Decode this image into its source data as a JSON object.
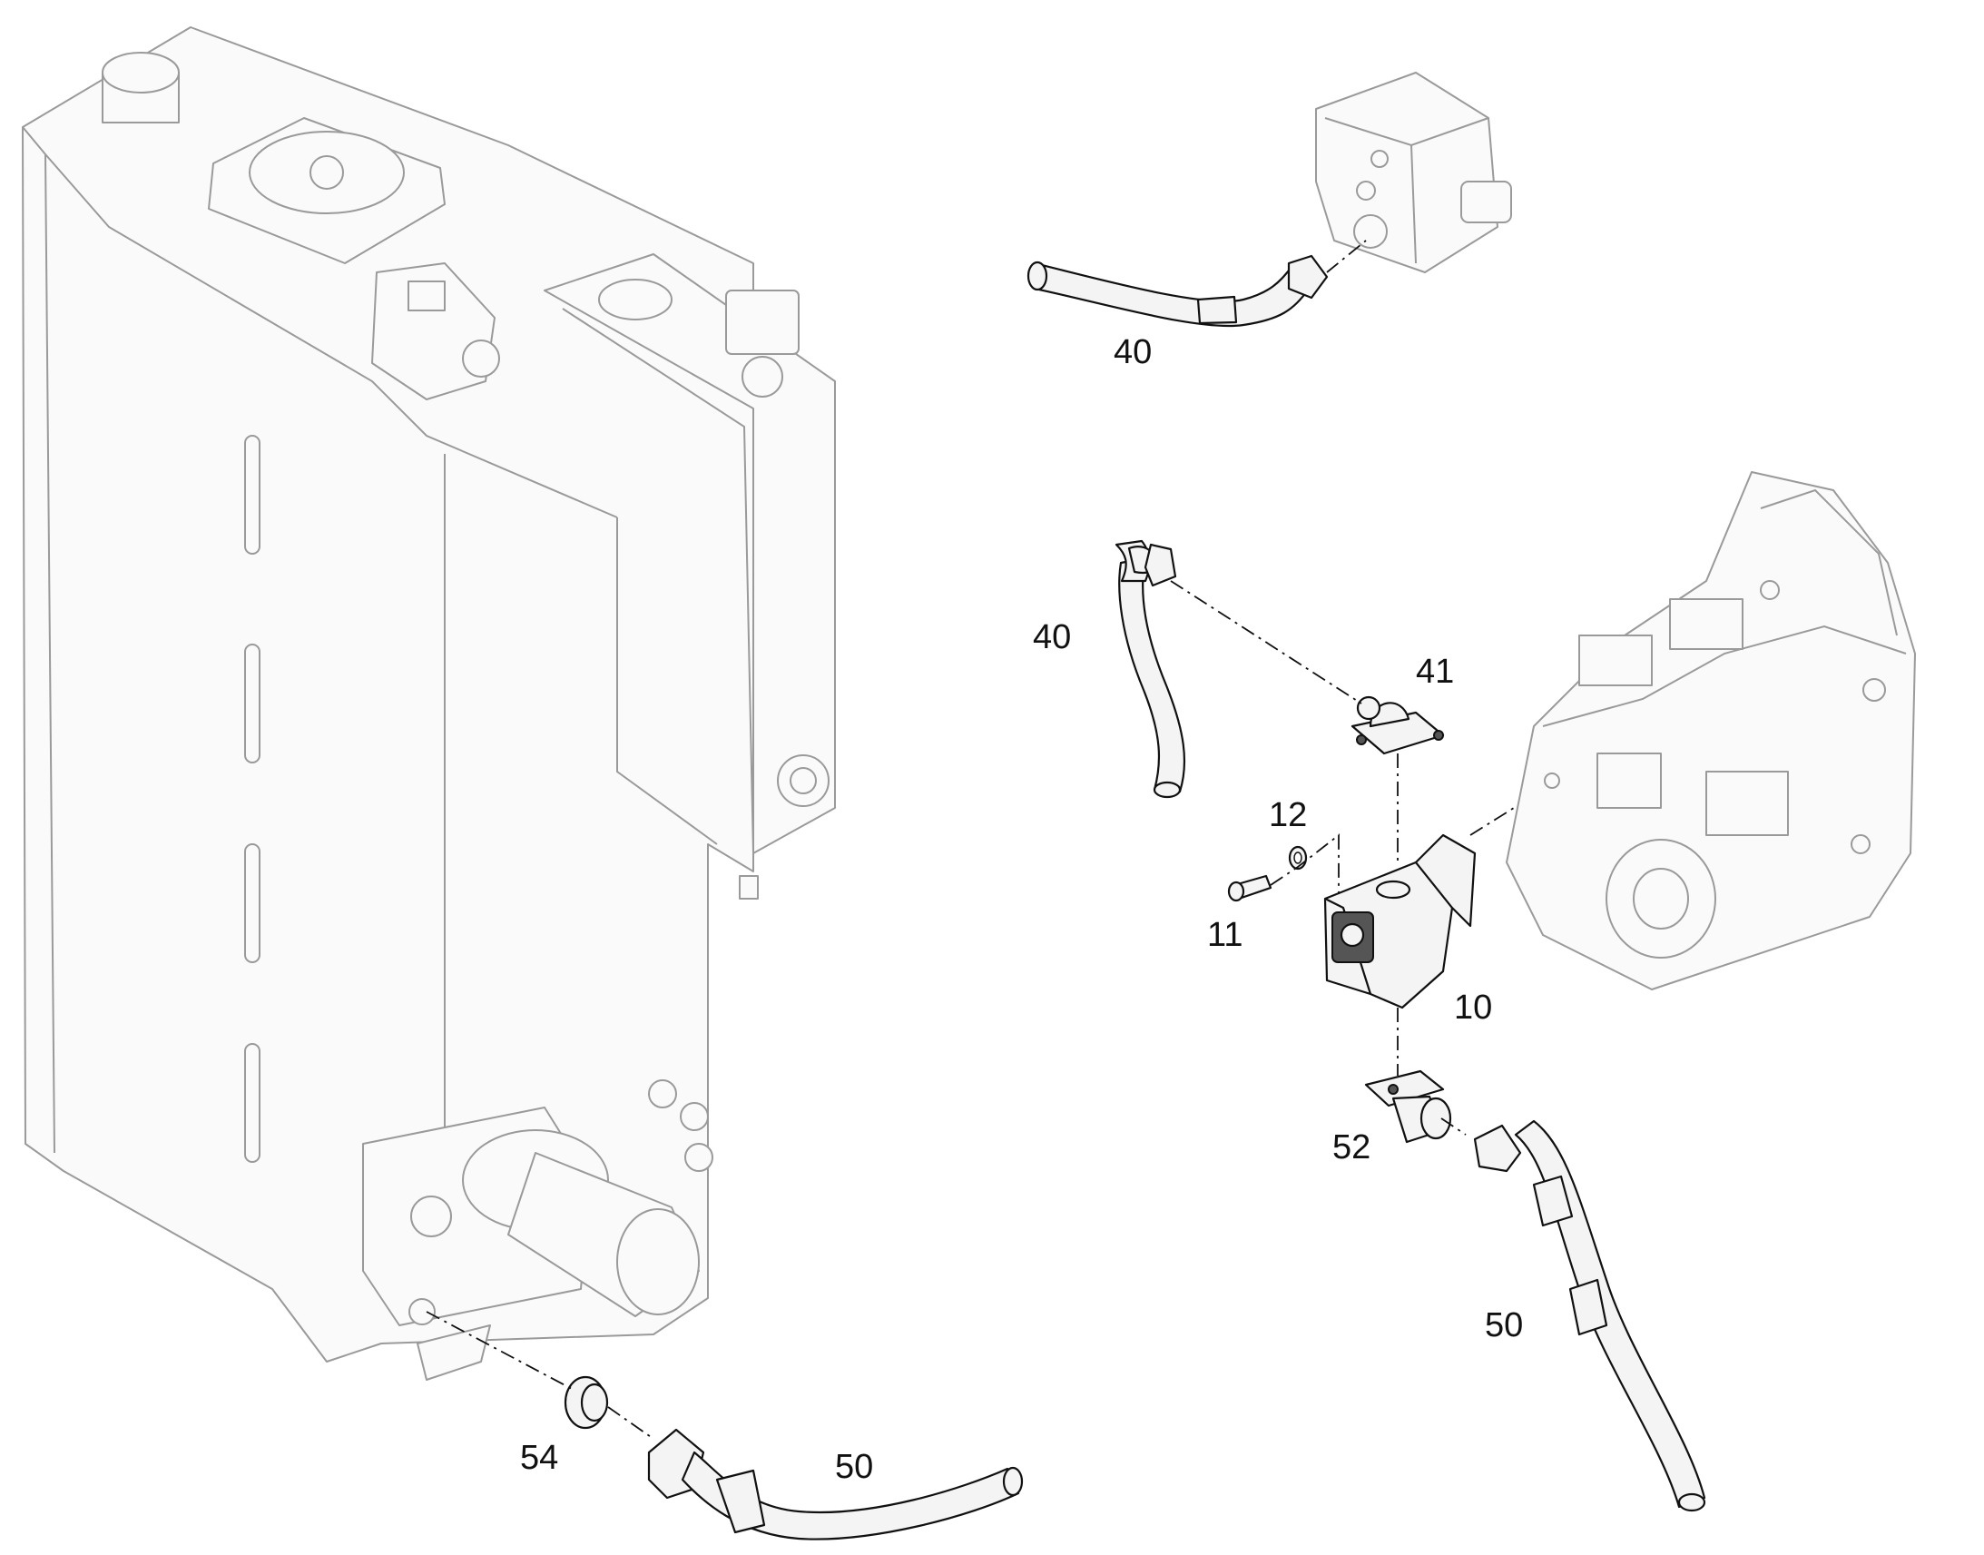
{
  "callouts": {
    "c40_top": "40",
    "c40_mid": "40",
    "c41": "41",
    "c12": "12",
    "c11": "11",
    "c10": "10",
    "c52": "52",
    "c50_right": "50",
    "c54": "54",
    "c50_bottom": "50"
  }
}
